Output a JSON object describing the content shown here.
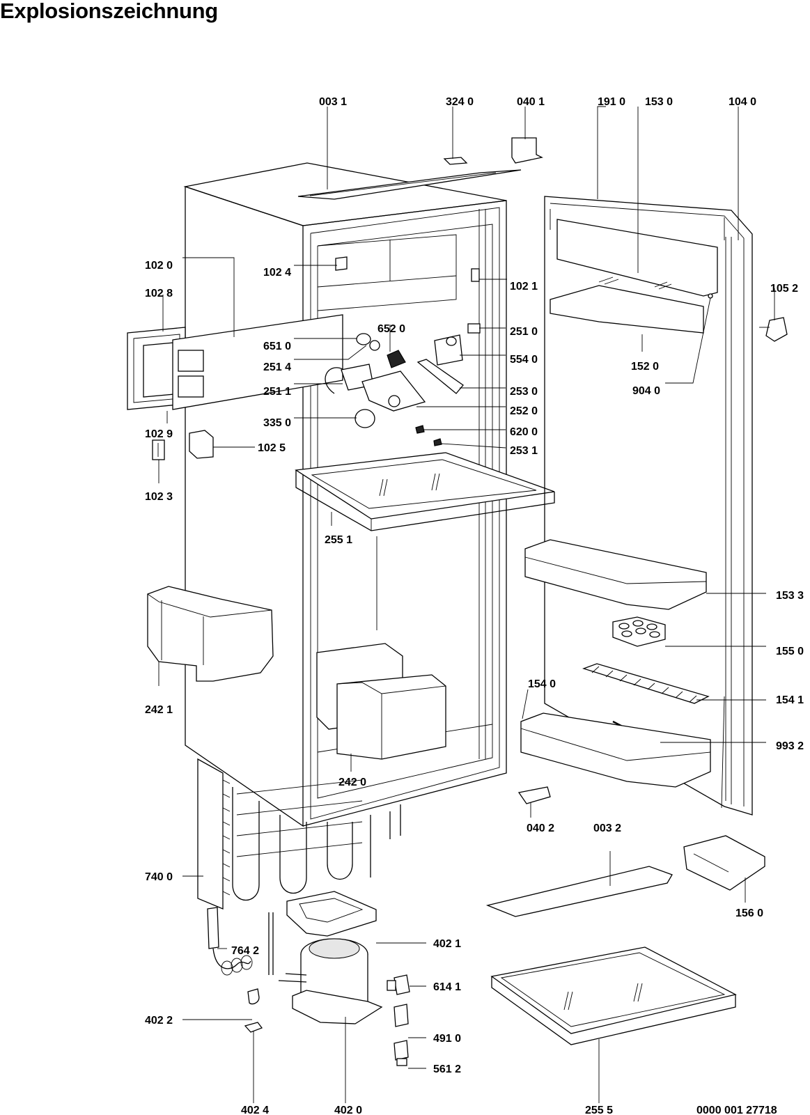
{
  "title": "Explosionszeichnung",
  "drawing_number": "0000 001 27718",
  "callouts": [
    {
      "id": "c0031",
      "text": "003 1"
    },
    {
      "id": "c3240",
      "text": "324 0"
    },
    {
      "id": "c0401",
      "text": "040 1"
    },
    {
      "id": "c1910",
      "text": "191 0"
    },
    {
      "id": "c1530",
      "text": "153 0"
    },
    {
      "id": "c1040",
      "text": "104 0"
    },
    {
      "id": "c1020",
      "text": "102 0"
    },
    {
      "id": "c1024",
      "text": "102 4"
    },
    {
      "id": "c1021",
      "text": "102 1"
    },
    {
      "id": "c1052",
      "text": "105 2"
    },
    {
      "id": "c1028",
      "text": "102 8"
    },
    {
      "id": "c6520",
      "text": "652 0"
    },
    {
      "id": "c2510",
      "text": "251 0"
    },
    {
      "id": "c6510",
      "text": "651 0"
    },
    {
      "id": "c5540",
      "text": "554 0"
    },
    {
      "id": "c2514",
      "text": "251 4"
    },
    {
      "id": "c1520",
      "text": "152 0"
    },
    {
      "id": "c2511",
      "text": "251 1"
    },
    {
      "id": "c2530",
      "text": "253 0"
    },
    {
      "id": "c9040",
      "text": "904 0"
    },
    {
      "id": "c2520",
      "text": "252 0"
    },
    {
      "id": "c3350",
      "text": "335 0"
    },
    {
      "id": "c1029",
      "text": "102 9"
    },
    {
      "id": "c6200",
      "text": "620 0"
    },
    {
      "id": "c1025",
      "text": "102 5"
    },
    {
      "id": "c2531",
      "text": "253 1"
    },
    {
      "id": "c1023",
      "text": "102 3"
    },
    {
      "id": "c2551",
      "text": "255 1"
    },
    {
      "id": "c1533",
      "text": "153 3"
    },
    {
      "id": "c1550",
      "text": "155 0"
    },
    {
      "id": "c2421",
      "text": "242 1"
    },
    {
      "id": "c1540",
      "text": "154 0"
    },
    {
      "id": "c1541",
      "text": "154 1"
    },
    {
      "id": "c9932",
      "text": "993 2"
    },
    {
      "id": "c2420",
      "text": "242 0"
    },
    {
      "id": "c0402",
      "text": "040 2"
    },
    {
      "id": "c0032",
      "text": "003 2"
    },
    {
      "id": "c7400",
      "text": "740 0"
    },
    {
      "id": "c1560",
      "text": "156 0"
    },
    {
      "id": "c7642",
      "text": "764 2"
    },
    {
      "id": "c4021",
      "text": "402 1"
    },
    {
      "id": "c6141",
      "text": "614 1"
    },
    {
      "id": "c4022",
      "text": "402 2"
    },
    {
      "id": "c4910",
      "text": "491 0"
    },
    {
      "id": "c5612",
      "text": "561 2"
    },
    {
      "id": "c4024",
      "text": "402 4"
    },
    {
      "id": "c4020",
      "text": "402 0"
    },
    {
      "id": "c2555",
      "text": "255 5"
    }
  ]
}
